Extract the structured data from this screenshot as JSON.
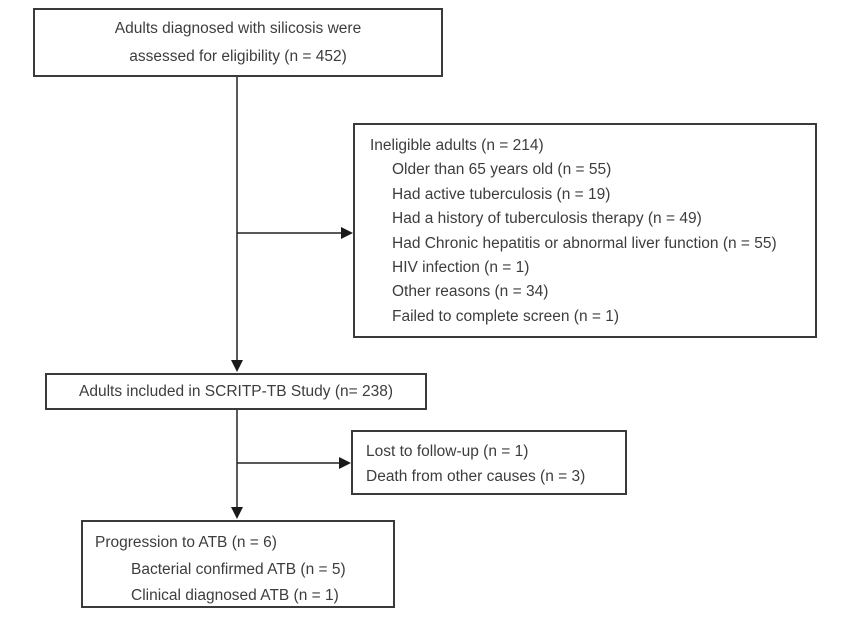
{
  "colors": {
    "background": "#ffffff",
    "box_border": "#3a3a3a",
    "connector": "#222222",
    "text": "#3d3d3d"
  },
  "flowchart": {
    "eligibility_box": {
      "line1": "Adults diagnosed with silicosis were",
      "line2": "assessed for eligibility (n = 452)"
    },
    "ineligible_box": {
      "title": "Ineligible adults (n = 214)",
      "items": [
        "Older than 65 years old (n = 55)",
        "Had active tuberculosis (n = 19)",
        "Had a history of tuberculosis therapy (n = 49)",
        "Had Chronic hepatitis or abnormal liver function (n = 55)",
        "HIV infection (n = 1)",
        "Other reasons (n = 34)",
        "Failed to complete screen (n = 1)"
      ]
    },
    "included_box": {
      "text": "Adults included in SCRITP-TB Study (n= 238)"
    },
    "attrition_box": {
      "items": [
        "Lost to follow-up (n = 1)",
        "Death from other causes (n = 3)"
      ]
    },
    "outcome_box": {
      "title": "Progression to ATB (n = 6)",
      "items": [
        "Bacterial confirmed ATB (n = 5)",
        "Clinical diagnosed ATB (n = 1)"
      ]
    }
  }
}
